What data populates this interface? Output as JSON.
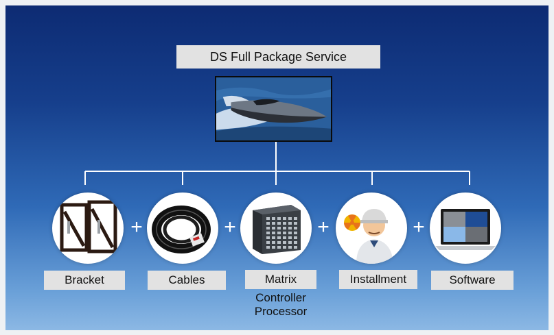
{
  "title": "DS Full Package Service",
  "hero_image": "speedboat-photo",
  "items": [
    {
      "label": "Bracket",
      "icon": "bracket-frame-icon"
    },
    {
      "label": "Cables",
      "icon": "cable-coil-icon"
    },
    {
      "label": "Matrix",
      "sublabel_lines": [
        "Controller",
        "Processor"
      ],
      "icon": "matrix-processor-icon"
    },
    {
      "label": "Installment",
      "icon": "engineer-icon"
    },
    {
      "label": "Software",
      "icon": "laptop-icon"
    }
  ],
  "operator": "+",
  "colors": {
    "background_top": "#0d2b73",
    "background_bottom": "#8cb8e4",
    "label_box": "#e2e2e2"
  }
}
